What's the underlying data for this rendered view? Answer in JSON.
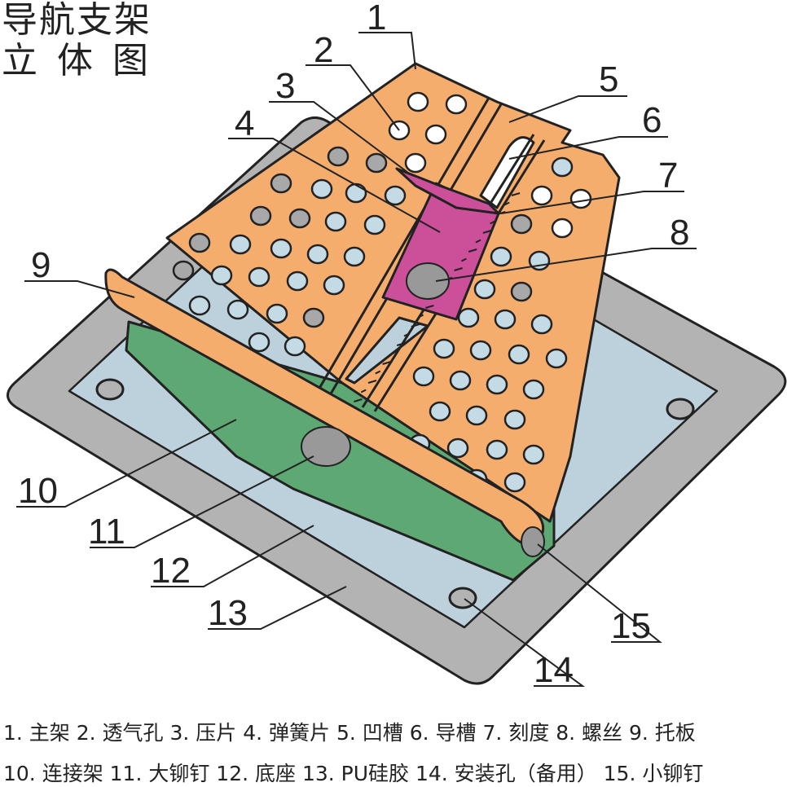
{
  "title": {
    "line1": "导航支架",
    "line2": "立体图"
  },
  "callouts": [
    "1",
    "2",
    "3",
    "4",
    "5",
    "6",
    "7",
    "8",
    "9",
    "10",
    "11",
    "12",
    "13",
    "14",
    "15"
  ],
  "legend": {
    "line1": "1. 主架 2. 透气孔 3. 压片 4. 弹簧片 5. 凹槽 6. 导槽 7. 刻度 8. 螺丝 9. 托板",
    "line2": "10.  连接架 11. 大铆钉 12.  底座 13.  PU硅胶 14.  安装孔（备用） 15. 小铆钉"
  },
  "colors": {
    "frame": "#f5ad6e",
    "base_gray": "#b3b3b3",
    "silicone": "#bcd1dc",
    "connector": "#5ea874",
    "spring": "#cc4f9a",
    "hole": "#c4dbe6",
    "outline": "#222222"
  }
}
